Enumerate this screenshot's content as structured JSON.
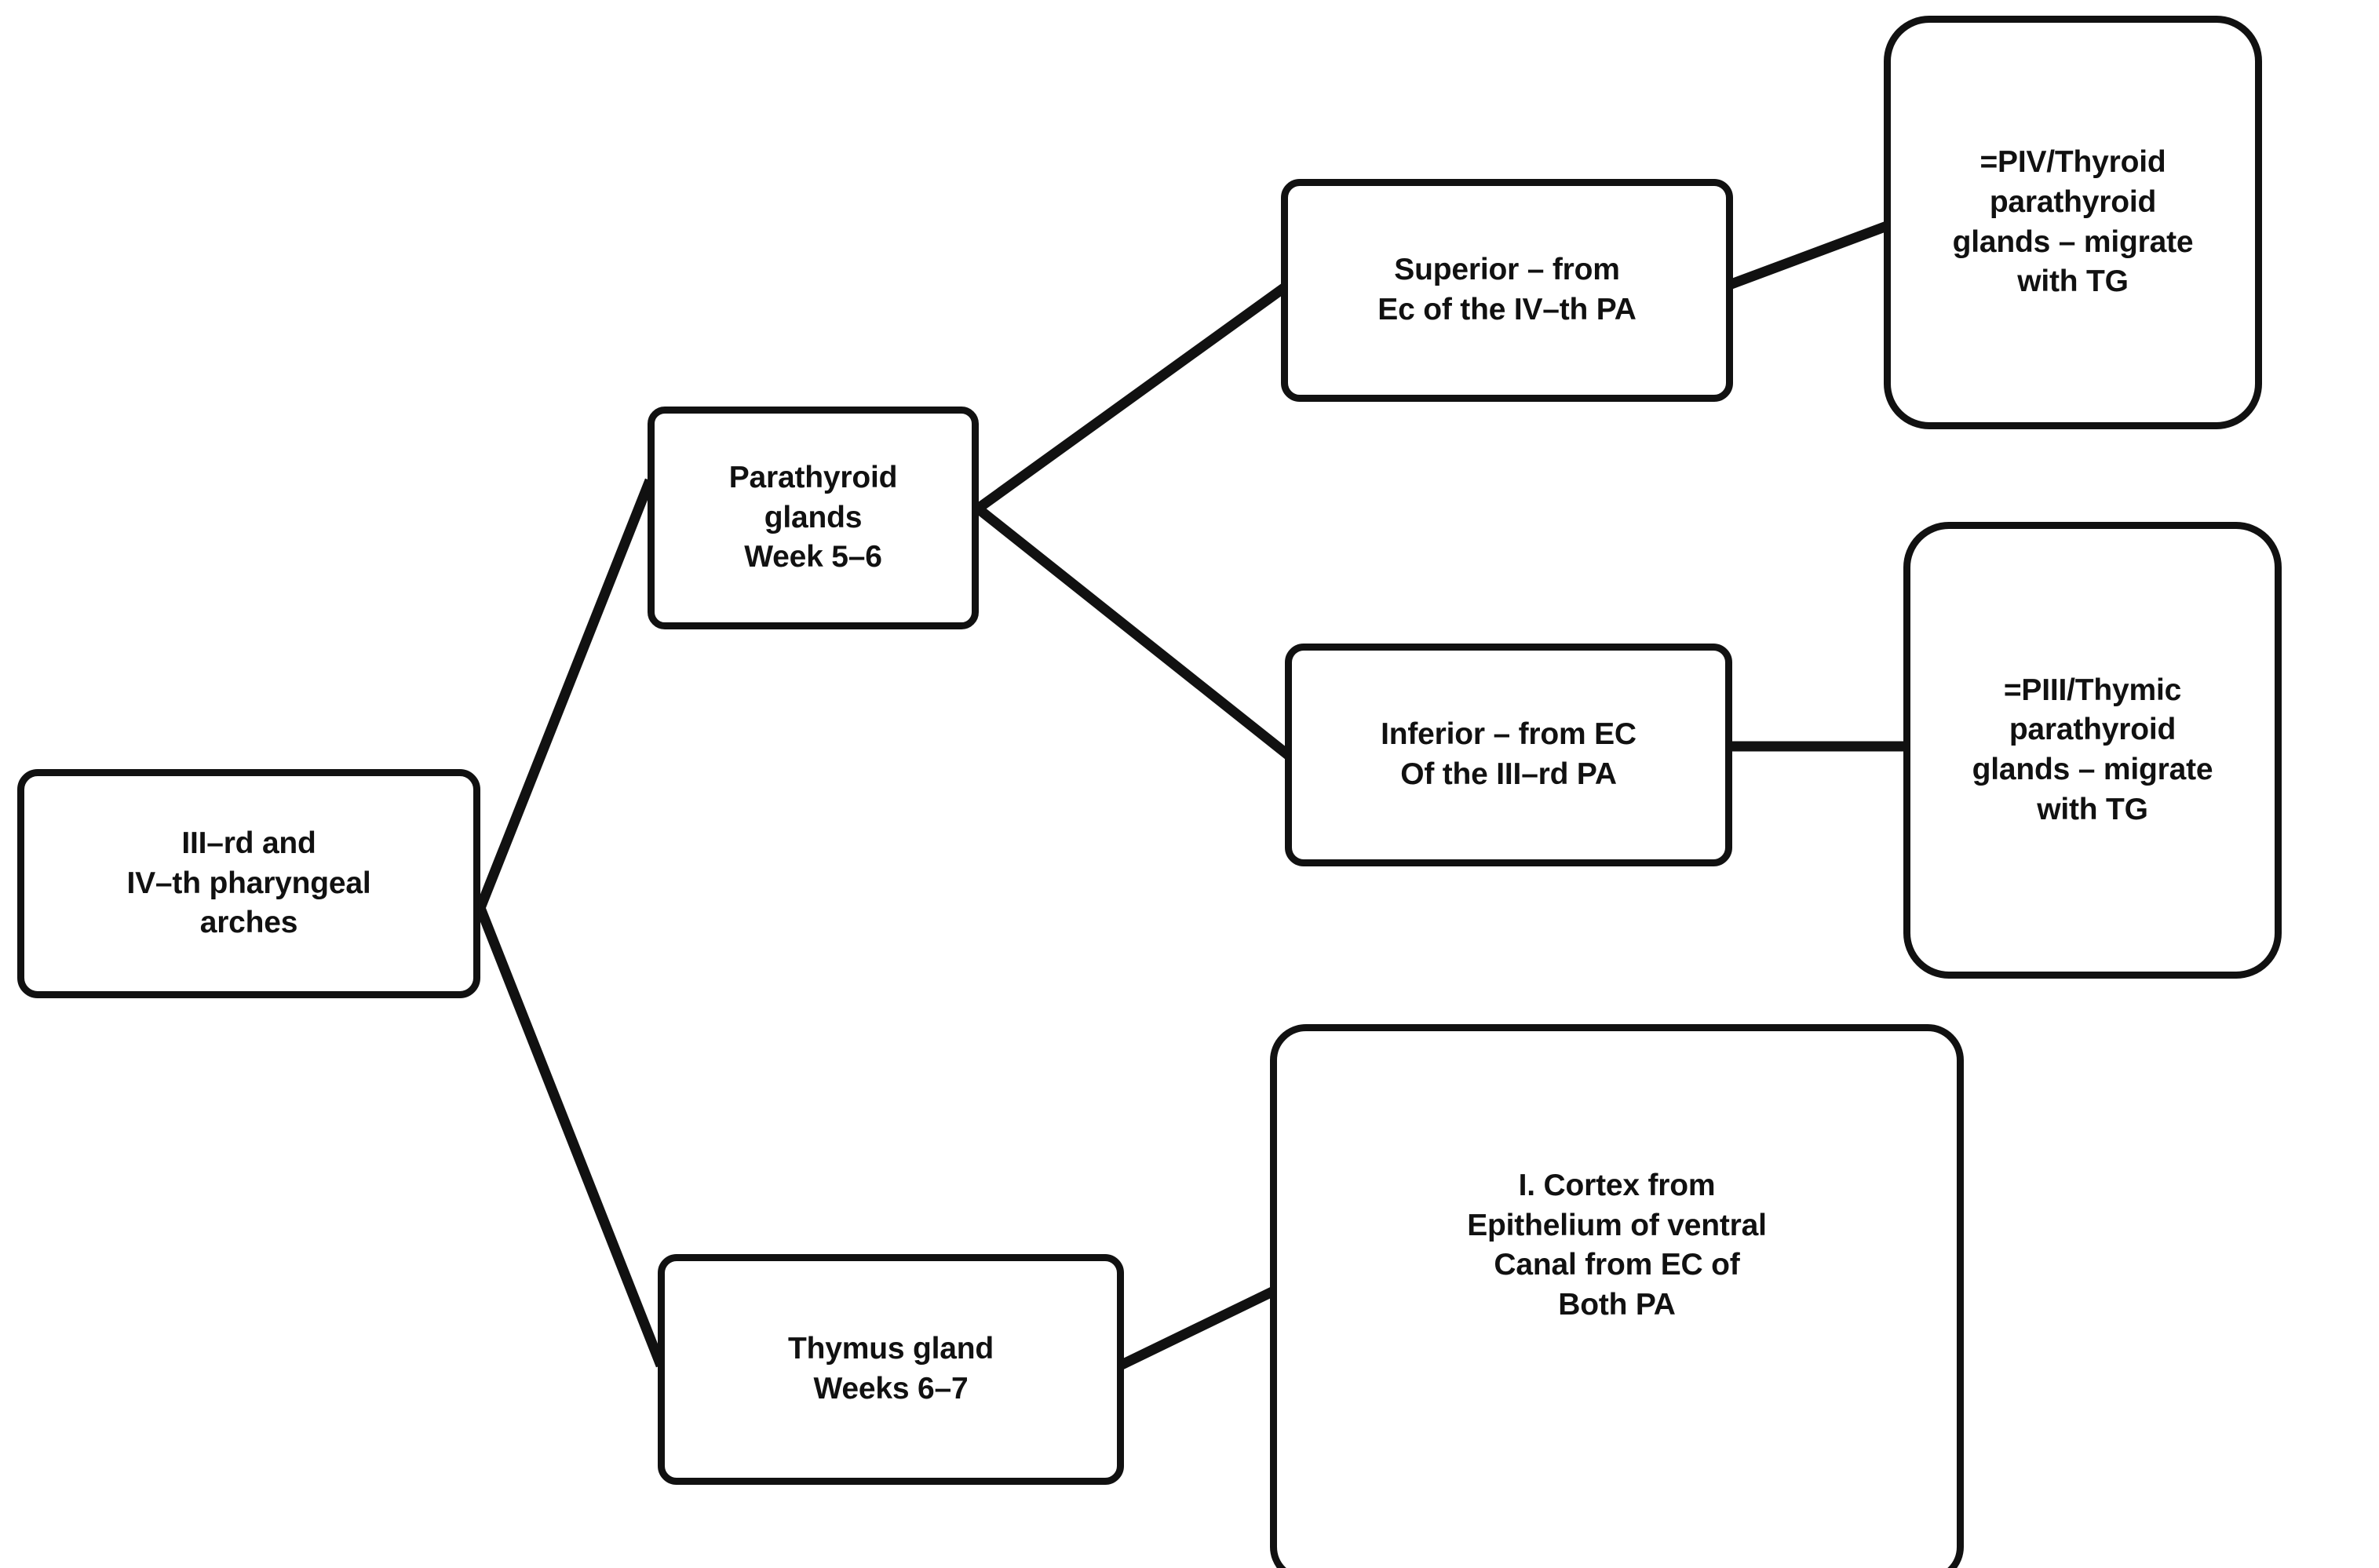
{
  "diagram": {
    "type": "flowchart",
    "orientation": "left-to-right",
    "background_color": "#ffffff",
    "stroke_color": "#111111",
    "text_color": "#111111",
    "nodes": [
      {
        "id": "root",
        "text": "III–rd and\nIV–th pharyngeal\narches"
      },
      {
        "id": "parathyroid",
        "text": "Parathyroid\nglands\nWeek 5–6"
      },
      {
        "id": "superior",
        "text": "Superior – from\nEc of the IV–th PA"
      },
      {
        "id": "piv",
        "text": "=PIV/Thyroid\nparathyroid\nglands – migrate\nwith TG"
      },
      {
        "id": "inferior",
        "text": "Inferior – from EC\nOf the III–rd PA"
      },
      {
        "id": "piii",
        "text": "=PIII/Thymic\nparathyroid\nglands – migrate\nwith TG"
      },
      {
        "id": "thymus",
        "text": "Thymus gland\nWeeks 6–7"
      },
      {
        "id": "cortex",
        "text": "I. Cortex from\nEpithelium of ventral\nCanal from EC of\nBoth PA"
      }
    ],
    "edges": [
      {
        "from": "root",
        "to": "parathyroid"
      },
      {
        "from": "root",
        "to": "thymus"
      },
      {
        "from": "parathyroid",
        "to": "superior"
      },
      {
        "from": "parathyroid",
        "to": "inferior"
      },
      {
        "from": "superior",
        "to": "piv"
      },
      {
        "from": "inferior",
        "to": "piii"
      },
      {
        "from": "thymus",
        "to": "cortex"
      }
    ]
  }
}
